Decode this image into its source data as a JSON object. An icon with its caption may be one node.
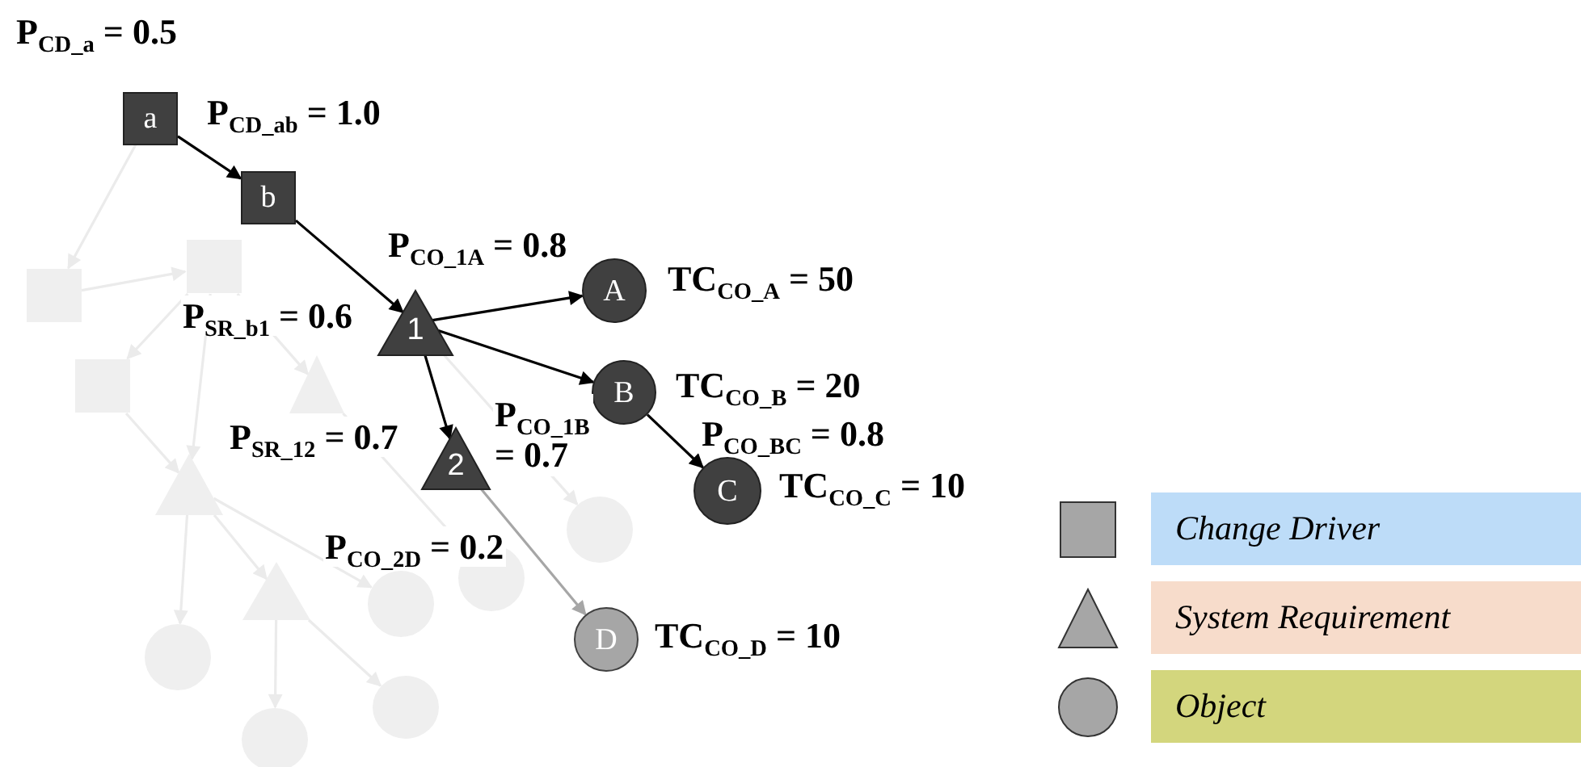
{
  "diagram": {
    "nodes": [
      {
        "text": [
          "a"
        ],
        "beside": [
          "P$_{CD_a}$ = 0.5"
        ]
      },
      {
        "text": [
          "b"
        ]
      },
      {
        "text": [
          "1"
        ]
      },
      {
        "text": [
          "A"
        ],
        "beside": [
          "TC$_{CO_A}$ = 50"
        ]
      },
      {
        "text": [
          "2"
        ]
      },
      {
        "text": [
          "B"
        ],
        "beside": [
          "TC$_{CO_B}$ = 20"
        ]
      },
      {
        "text": [
          "C"
        ],
        "beside": [
          "TC$_{CO_C}$ = 10"
        ]
      },
      {
        "text": [
          "D"
        ],
        "beside": [
          "TC$_{CO_D}$ = 10"
        ]
      },
      {
        "text": [],
        "shape": "box"
      },
      {
        "text": [],
        "shape": "box"
      },
      {
        "text": [],
        "shape": "box"
      },
      {
        "text": [],
        "shape": "triangle"
      },
      {
        "text": [],
        "shape": "triangle"
      },
      {
        "text": [],
        "shape": "triangle"
      },
      {
        "text": [],
        "shape": "circle"
      },
      {
        "text": [],
        "shape": "circle"
      },
      {
        "text": [],
        "shape": "circle"
      },
      {
        "text": [],
        "shape": "circle"
      },
      {
        "text": [],
        "shape": "circle"
      },
      {
        "text": [],
        "shape": "circle"
      }
    ],
    "edges": [
      {
        "from": 0,
        "to": 1,
        "arrow": "to",
        "label": "P$_{CD_ab}$ = 1.0",
        "color": "#000000"
      },
      {
        "from": 1,
        "to": 2,
        "arrow": "to",
        "label": "P$_{SR_b1}$ = 0.6",
        "color": "#000000"
      },
      {
        "from": 2,
        "to": 3,
        "arrow": "to",
        "label": "P$_{CO_1A}$ = 0.8",
        "color": "#000000"
      },
      {
        "from": 2,
        "to": 5,
        "arrow": "to",
        "label": "P$_{CO_1B}$ = 0.7",
        "color": "#000000"
      },
      {
        "from": 2,
        "to": 4,
        "arrow": "to",
        "label": "P$_{SR_12}$ = 0.7",
        "color": "#000000"
      },
      {
        "from": 5,
        "to": 6,
        "arrow": "to",
        "label": "P$_{CO_BC}$ = 0.8",
        "color": "#000000"
      },
      {
        "from": 4,
        "to": 7,
        "arrow": "to",
        "label": "P$_{CO_2D}$ = 0.2",
        "color": "#a6a6a6"
      },
      {
        "from": 0,
        "to": 8,
        "arrow": "to"
      },
      {
        "from": 8,
        "to": 9,
        "arrow": "to"
      },
      {
        "from": 9,
        "to": 10,
        "arrow": "to"
      },
      {
        "from": 9,
        "to": 12,
        "arrow": "to"
      },
      {
        "from": 9,
        "to": 11,
        "arrow": "to"
      },
      {
        "from": 10,
        "to": 12,
        "arrow": "to"
      },
      {
        "from": 12,
        "to": 17,
        "arrow": "to"
      },
      {
        "from": 12,
        "to": 13,
        "arrow": "to"
      },
      {
        "from": 12,
        "to": 16,
        "arrow": "to"
      },
      {
        "from": 11,
        "to": 15,
        "arrow": "to"
      },
      {
        "from": 2,
        "to": 14,
        "arrow": "to"
      },
      {
        "from": 13,
        "to": 19,
        "arrow": "to"
      },
      {
        "from": 13,
        "to": 18,
        "arrow": "to"
      }
    ],
    "legend": [
      {
        "text": "Change Driver",
        "color": "#bddcf8"
      },
      {
        "text": "System Requirement",
        "color": "#f7dccb"
      },
      {
        "text": "Object",
        "color": "#d3d67d"
      }
    ]
  }
}
